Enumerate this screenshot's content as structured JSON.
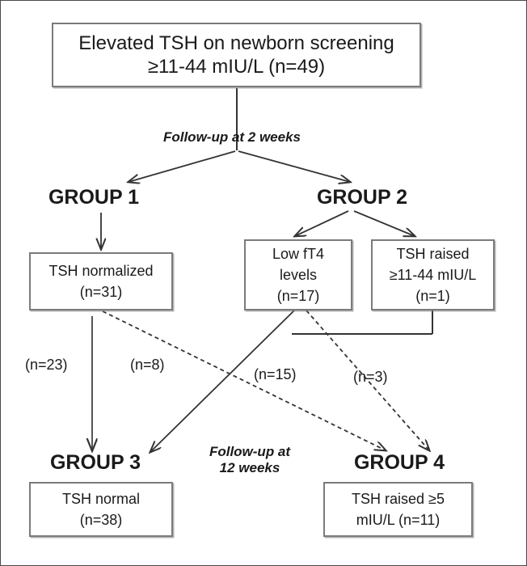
{
  "figure": {
    "type": "flowchart",
    "title": "Newborn screening elevated TSH follow-up flowchart"
  },
  "nodes": {
    "top": {
      "line1": "Elevated TSH on newborn screening",
      "line2": "≥11-44 mIU/L (n=49)"
    },
    "tsh_normalized": {
      "line1": "TSH normalized",
      "line2": "(n=31)"
    },
    "low_ft4": {
      "line1": "Low fT4",
      "line2": "levels",
      "line3": "(n=17)"
    },
    "tsh_raised": {
      "line1": "TSH raised",
      "line2": "≥11-44 mIU/L",
      "line3": "(n=1)"
    },
    "tsh_normal": {
      "line1": "TSH normal",
      "line2": "(n=38)"
    },
    "tsh_raised_5": {
      "line1": "TSH raised ≥5",
      "line2": "mIU/L   (n=11)"
    }
  },
  "group_labels": {
    "group1": "GROUP 1",
    "group2": "GROUP 2",
    "group3": "GROUP 3",
    "group4": "GROUP 4"
  },
  "annotations": {
    "followup_2_weeks": "Follow-up at 2 weeks",
    "followup_12_weeks_line1": "Follow-up at",
    "followup_12_weeks_line2": "12 weeks"
  },
  "edge_labels": {
    "n23": "(n=23)",
    "n8": "(n=8)",
    "n15": "(n=15)",
    "n3": "(n=3)"
  },
  "colors": {
    "box_border": "#7b7b7b",
    "connector": "#333333",
    "text": "#1a1a1a",
    "background": "#ffffff",
    "frame": "#4a4a4a"
  },
  "chart_data": {
    "type": "flowchart",
    "title": "Elevated TSH on newborn screening follow-up",
    "nodes": [
      {
        "id": "top",
        "label": "Elevated TSH on newborn screening ≥11-44 mIU/L",
        "n": 49
      },
      {
        "id": "tsh_normalized",
        "label": "TSH normalized",
        "n": 31,
        "group": "GROUP 1"
      },
      {
        "id": "low_ft4",
        "label": "Low fT4 levels",
        "n": 17,
        "group": "GROUP 2"
      },
      {
        "id": "tsh_raised",
        "label": "TSH raised ≥11-44 mIU/L",
        "n": 1,
        "group": "GROUP 2"
      },
      {
        "id": "tsh_normal",
        "label": "TSH normal",
        "n": 38,
        "group": "GROUP 3"
      },
      {
        "id": "tsh_raised_5",
        "label": "TSH raised ≥5 mIU/L",
        "n": 11,
        "group": "GROUP 4"
      }
    ],
    "edges": [
      {
        "from": "top",
        "to": "GROUP 1",
        "style": "solid",
        "label": "Follow-up at 2 weeks"
      },
      {
        "from": "top",
        "to": "GROUP 2",
        "style": "solid",
        "label": "Follow-up at 2 weeks"
      },
      {
        "from": "GROUP 1",
        "to": "tsh_normalized",
        "style": "solid",
        "label": ""
      },
      {
        "from": "GROUP 2",
        "to": "low_ft4",
        "style": "solid",
        "label": ""
      },
      {
        "from": "GROUP 2",
        "to": "tsh_raised",
        "style": "solid",
        "label": ""
      },
      {
        "from": "tsh_normalized",
        "to": "GROUP 3",
        "style": "solid",
        "label": "(n=23)",
        "n": 23
      },
      {
        "from": "tsh_normalized",
        "to": "GROUP 4",
        "style": "dashed",
        "label": "(n=8)",
        "n": 8
      },
      {
        "from": "low_ft4+tsh_raised",
        "to": "GROUP 3",
        "style": "solid",
        "label": "(n=15)",
        "n": 15
      },
      {
        "from": "low_ft4+tsh_raised",
        "to": "GROUP 4",
        "style": "dashed",
        "label": "(n=3)",
        "n": 3
      }
    ],
    "annotations": [
      "Follow-up at 2 weeks",
      "Follow-up at 12 weeks"
    ]
  }
}
